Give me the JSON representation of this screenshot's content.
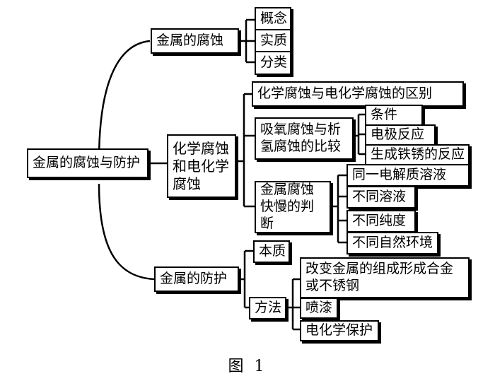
{
  "root": "金属的腐蚀与防护",
  "branches": [
    {
      "label": "金属的腐蚀",
      "items": [
        "概念",
        "实质",
        "分类"
      ]
    },
    {
      "label": "化学腐蚀和电化学腐蚀",
      "items": [
        {
          "label": "化学腐蚀与电化学腐蚀的区别"
        },
        {
          "label": "吸氧腐蚀与析氢腐蚀的比较",
          "items": [
            "条件",
            "电极反应",
            "生成铁锈的反应"
          ]
        },
        {
          "label": "金属腐蚀快慢的判断",
          "items": [
            "同一电解质溶液",
            "不同溶液",
            "不同纯度",
            "不同自然环境"
          ]
        }
      ]
    },
    {
      "label": "金属的防护",
      "items": [
        {
          "label": "本质"
        },
        {
          "label": "方法",
          "items": [
            "改变金属的组成形成合金或不锈钢",
            "喷漆",
            "电化学保护"
          ]
        }
      ]
    }
  ],
  "caption": "图 1"
}
